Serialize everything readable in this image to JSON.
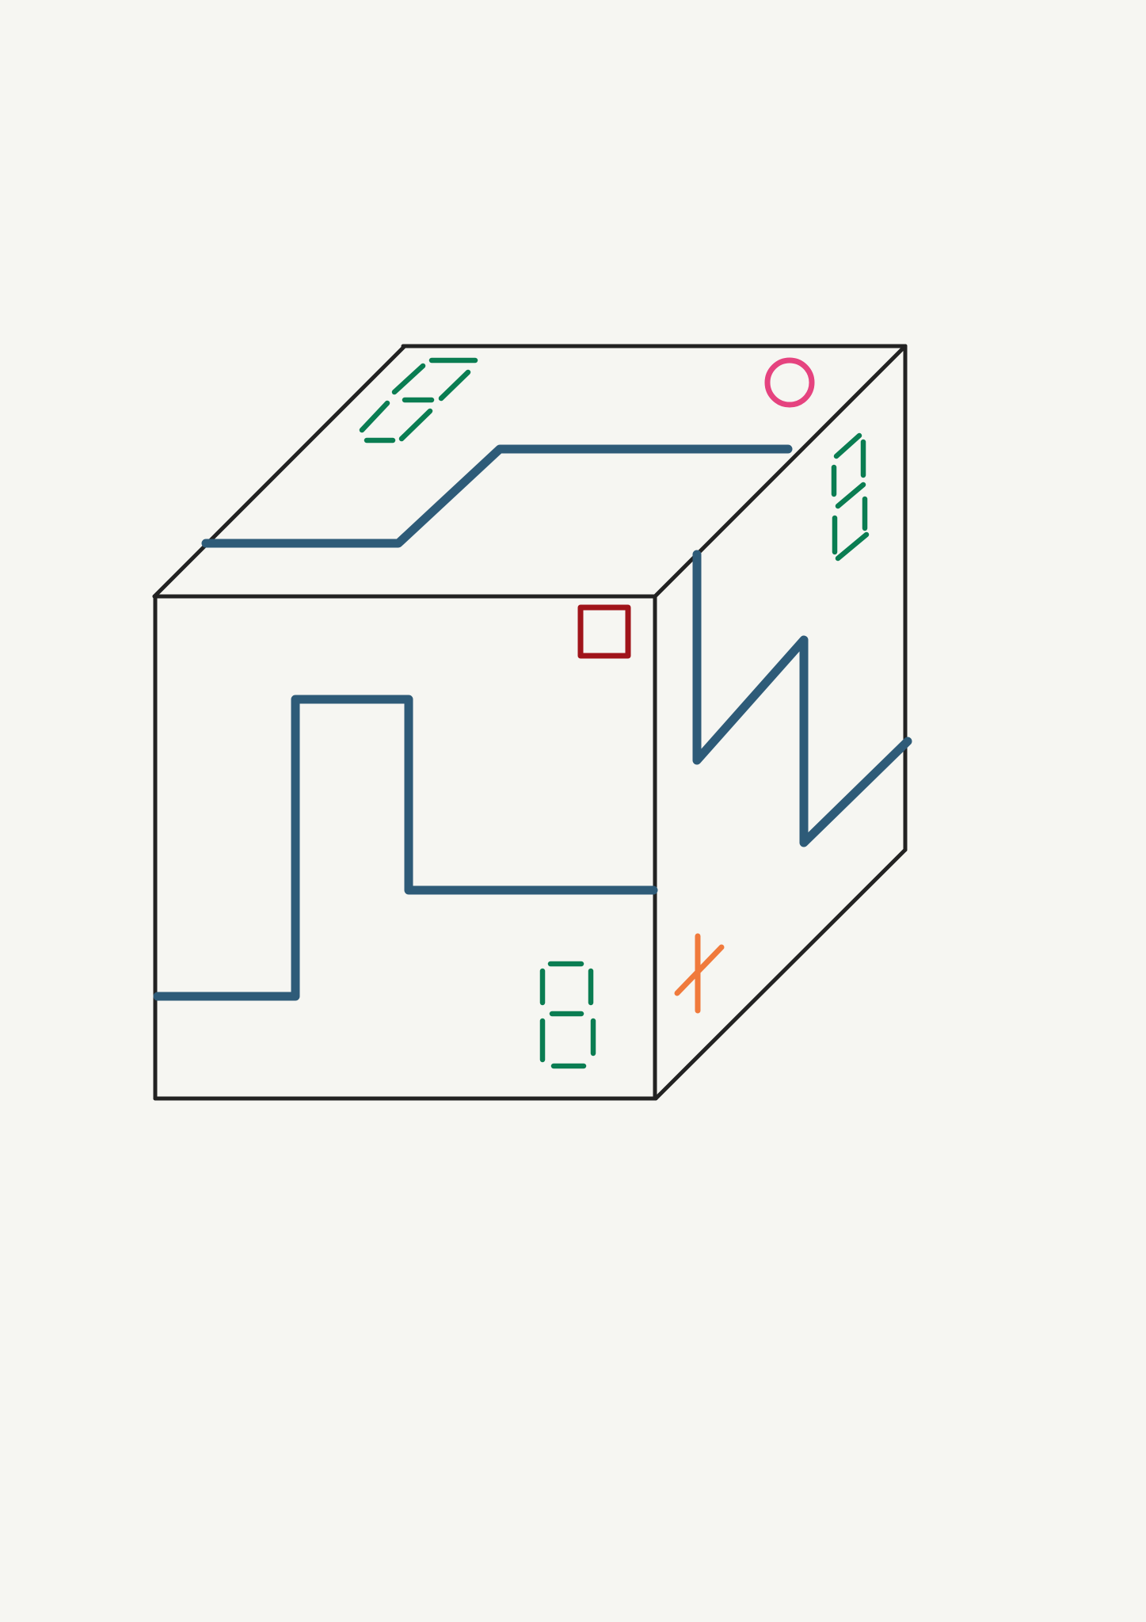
{
  "colors": {
    "background": "#f6f6f2",
    "cube_edges": "#222222",
    "path": "#2e5b78",
    "digits": "#0a7d52",
    "circle": "#e5437f",
    "square": "#a0141a",
    "cross": "#f07a3c"
  },
  "faces": {
    "top": {
      "digit": "8",
      "digit_segments_lit": [
        "top",
        "top-right",
        "middle",
        "bottom-left",
        "bottom",
        "bottom-right",
        "top-left"
      ],
      "marker": "circle",
      "path": "zigzag-line"
    },
    "front": {
      "digit": "8",
      "marker": "square",
      "path": "step-line"
    },
    "right": {
      "digit": "8",
      "marker": "cross",
      "path": "zigzag-line"
    }
  },
  "markers": [
    {
      "shape": "circle",
      "face": "top",
      "icon": "circle-icon"
    },
    {
      "shape": "square",
      "face": "front",
      "icon": "square-icon"
    },
    {
      "shape": "cross",
      "face": "right",
      "icon": "cross-icon"
    }
  ]
}
